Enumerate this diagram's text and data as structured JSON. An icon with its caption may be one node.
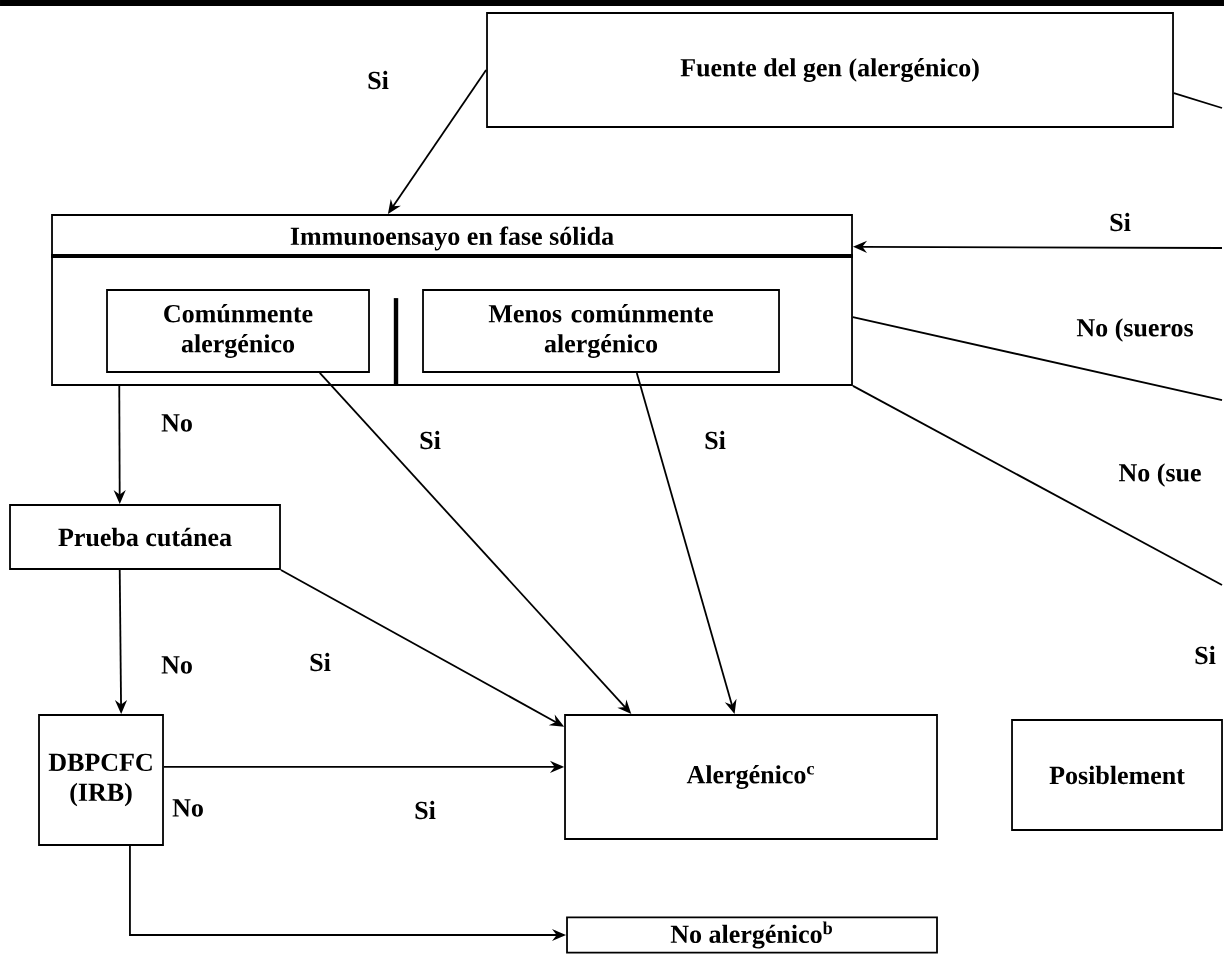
{
  "diagram": {
    "nodes": [
      {
        "text": [
          "Fuente del gen (alergénico)"
        ]
      },
      {
        "text": [
          "Immunoensayo en fase sólida"
        ]
      },
      {
        "text": [
          "Comúnmente alergénico"
        ],
        "in": 1
      },
      {
        "text": [
          "Menos comúnmente alergénico"
        ],
        "in": 1
      },
      {
        "text": [
          "Prueba cutánea"
        ]
      },
      {
        "text": [
          "DBPCFC (IRB)"
        ]
      },
      {
        "text": [
          "Alergénico$^{c}$"
        ]
      },
      {
        "text": [
          "No alergénico$^{b}$"
        ]
      },
      {
        "text": [
          "Posiblement"
        ]
      }
    ],
    "edges": [
      {
        "from": 0,
        "to": 1,
        "arrow": "to",
        "label": "Si"
      },
      {
        "from": 0,
        "to": null,
        "arrow": "none"
      },
      {
        "from": null,
        "to": 1,
        "arrow": "to",
        "label": "Si"
      },
      {
        "from": 1,
        "to": null,
        "arrow": "none",
        "label": "No (sueros"
      },
      {
        "from": 1,
        "to": null,
        "arrow": "none",
        "label": "No (sue"
      },
      {
        "from": 1,
        "to": 4,
        "arrow": "to",
        "label": "No"
      },
      {
        "from": 2,
        "to": 6,
        "arrow": "to",
        "label": "Si"
      },
      {
        "from": 3,
        "to": 6,
        "arrow": "to",
        "label": "Si"
      },
      {
        "from": 4,
        "to": 6,
        "arrow": "to",
        "label": "Si"
      },
      {
        "from": 4,
        "to": 5,
        "arrow": "to",
        "label": "No"
      },
      {
        "from": 5,
        "to": 6,
        "arrow": "to",
        "label": "Si"
      },
      {
        "from": 5,
        "to": 7,
        "arrow": "to",
        "label": "No"
      }
    ],
    "labels": [
      "Si"
    ]
  }
}
